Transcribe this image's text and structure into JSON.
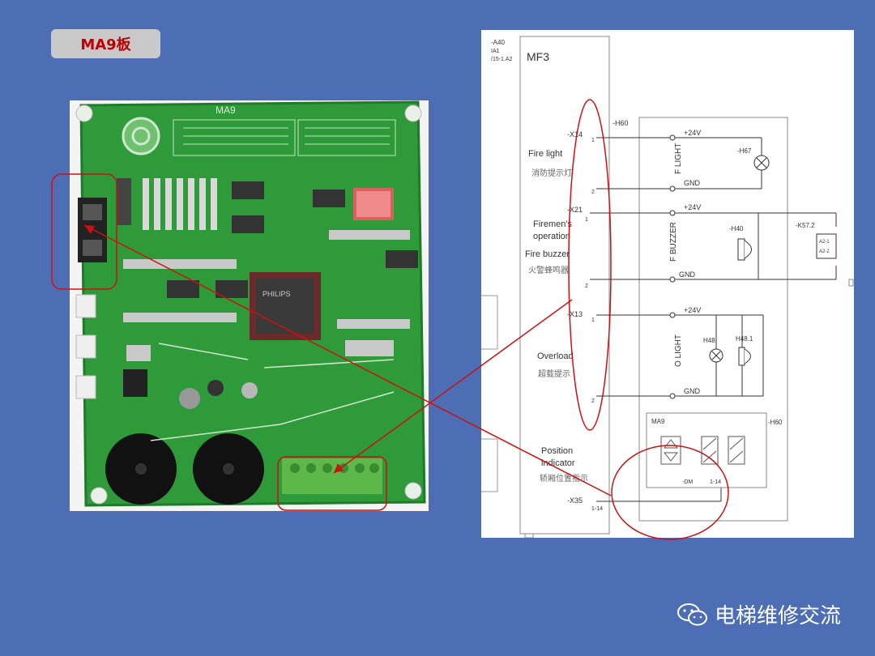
{
  "slide": {
    "title": "MA9板",
    "watermark": "电梯维修交流",
    "colors": {
      "background": "#4d6db4",
      "title_text": "#c00000",
      "pointer_red": "#cc1111",
      "pcb_green": "#2f9a3a"
    }
  },
  "schematic": {
    "header_ref": "-A40",
    "header_sub1": "IA1",
    "header_sub2": "/15-1.A2",
    "module": "MF3",
    "fire_light_en": "Fire light",
    "fire_light_cn": "消防提示灯",
    "firemens_op_1": "Firemen's",
    "firemens_op_2": "operation",
    "fire_buzzer_en": "Fire buzzer",
    "fire_buzzer_cn": "火警蜂鸣器",
    "overload_en": "Overload",
    "overload_cn": "超载提示",
    "position_1": "Position",
    "position_2": "indicator",
    "position_cn": "轿厢位置指示",
    "x14": "-X14",
    "x21": "-X21",
    "x13": "-X13",
    "x35": "-X35",
    "h60": "-H60",
    "h60b": "-H60",
    "h67": "-H67",
    "h40": "-H40",
    "h48": "H48",
    "h48_1": "H48.1",
    "k57": "-K57.2",
    "k57_a1": "A2-1",
    "k57_a2": "A2-2",
    "plus24v_a": "+24V",
    "plus24v_b": "+24V",
    "plus24v_c": "+24V",
    "gnd_a": "GND",
    "gnd_b": "GND",
    "gnd_c": "GND",
    "flight": "F LIGHT",
    "fbuzzer": "F BUZZER",
    "olight": "O LIGHT",
    "ma9": "MA9",
    "dm": "-DM",
    "dm_pin": "1-14",
    "pin_1a": "1",
    "pin_2a": "2",
    "pin_1b": "1",
    "pin_2b": "2",
    "pin_1c": "1",
    "pin_2c": "2",
    "pin_114": "1-14"
  },
  "pcb": {
    "silkscreen": "MA9",
    "chip_label": "PHILIPS"
  }
}
